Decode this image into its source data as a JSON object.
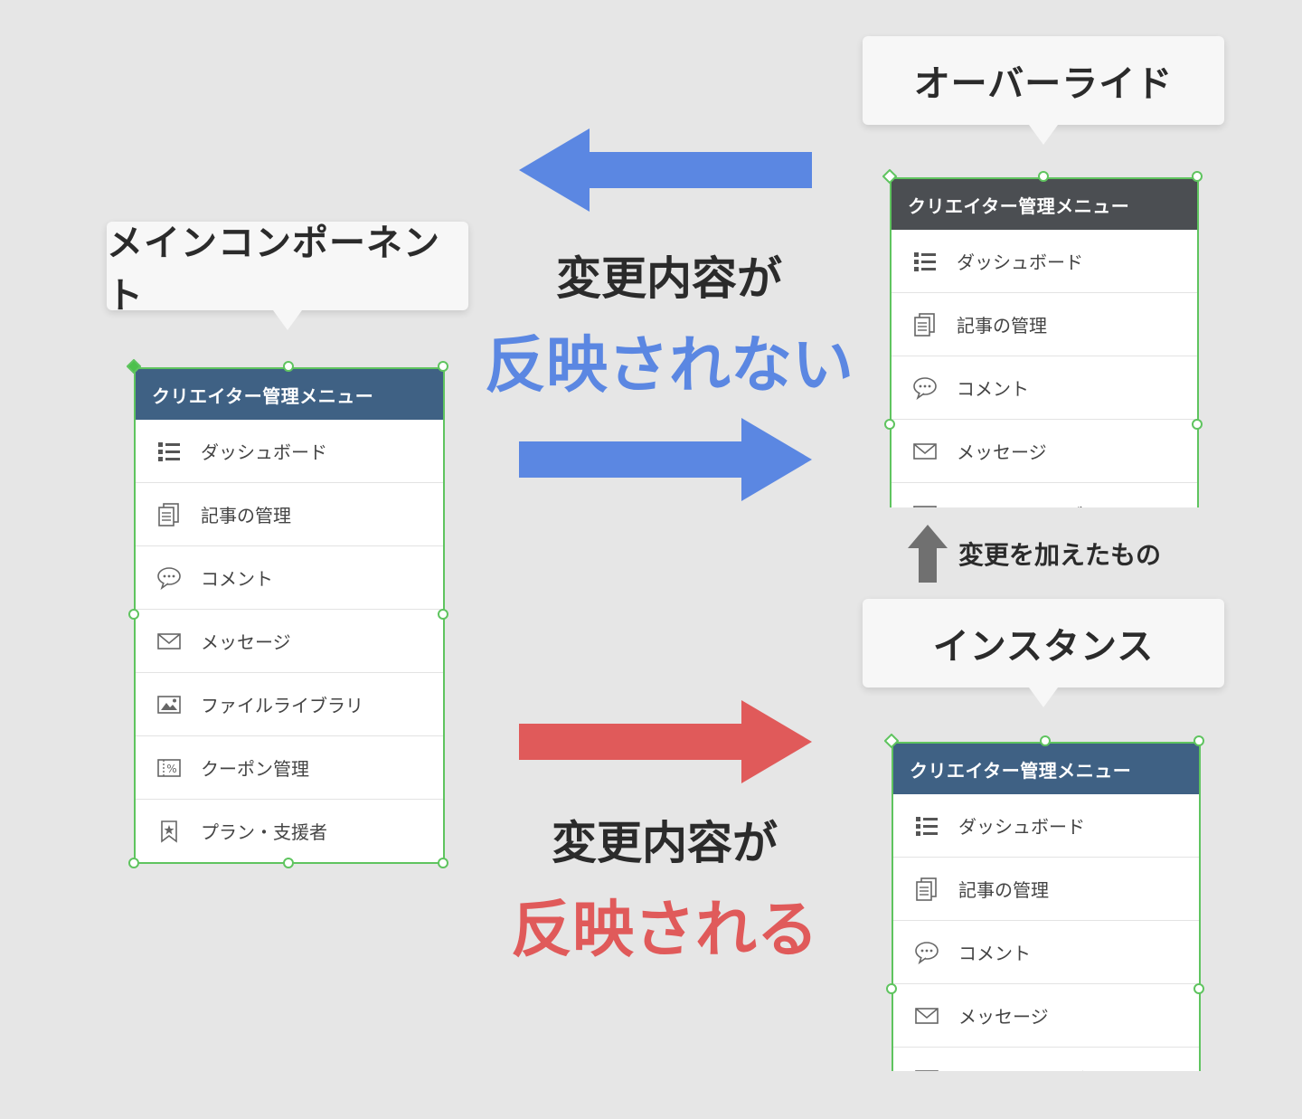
{
  "labels": {
    "main_component": "メインコンポーネント",
    "override": "オーバーライド",
    "instance": "インスタンス",
    "changes_added": "変更を加えたもの"
  },
  "captions": {
    "top_line1": "変更内容が",
    "top_line2": "反映されない",
    "bottom_line1": "変更内容が",
    "bottom_line2": "反映される"
  },
  "panel_title": "クリエイター管理メニュー",
  "menu_items": [
    {
      "label": "ダッシュボード",
      "icon": "list-icon"
    },
    {
      "label": "記事の管理",
      "icon": "documents-icon"
    },
    {
      "label": "コメント",
      "icon": "comment-icon"
    },
    {
      "label": "メッセージ",
      "icon": "envelope-icon"
    },
    {
      "label": "ファイルライブラリ",
      "icon": "image-icon"
    },
    {
      "label": "クーポン管理",
      "icon": "coupon-icon"
    },
    {
      "label": "プラン・支援者",
      "icon": "bookmark-star-icon"
    }
  ],
  "colors": {
    "background": "#e6e6e6",
    "header_main": "#3f6184",
    "header_override": "#4b4e52",
    "header_instance": "#3f6184",
    "arrow_blue": "#5b87e2",
    "arrow_red": "#e05a5a",
    "arrow_gray": "#707070",
    "text_blue": "#5b87e2",
    "text_red": "#e05a5a",
    "selection": "#5fc45f"
  }
}
